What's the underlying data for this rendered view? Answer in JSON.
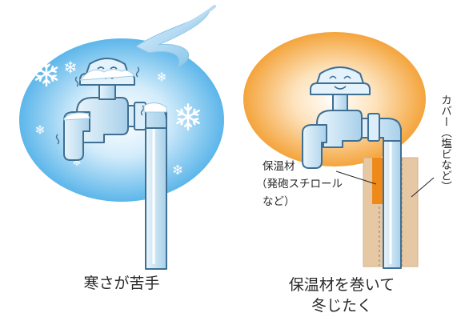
{
  "captions": {
    "cold": "寒さが苦手",
    "wrapped_line1": "保温材を巻いて",
    "wrapped_line2": "冬じたく"
  },
  "labels": {
    "insulation_line1": "保温材",
    "insulation_line2": "（発砲スチロール",
    "insulation_line3": "など）",
    "cover": "カバー（塩ビなど）"
  },
  "icons": {
    "cold_tap": "freezing-faucet-icon",
    "warm_tap": "happy-faucet-icon",
    "wind": "cold-wind-icon",
    "snowflake": "snowflake-icon"
  },
  "colors": {
    "cold_glow": "#a9d8f5",
    "warm_glow": "#f8b24e",
    "pipe": "#cfe6f4",
    "pipe_outline": "#3f6f92",
    "insulation": "#ef8a1a",
    "cover": "#e6c8a4",
    "caption_text": "#2a2a2a"
  }
}
